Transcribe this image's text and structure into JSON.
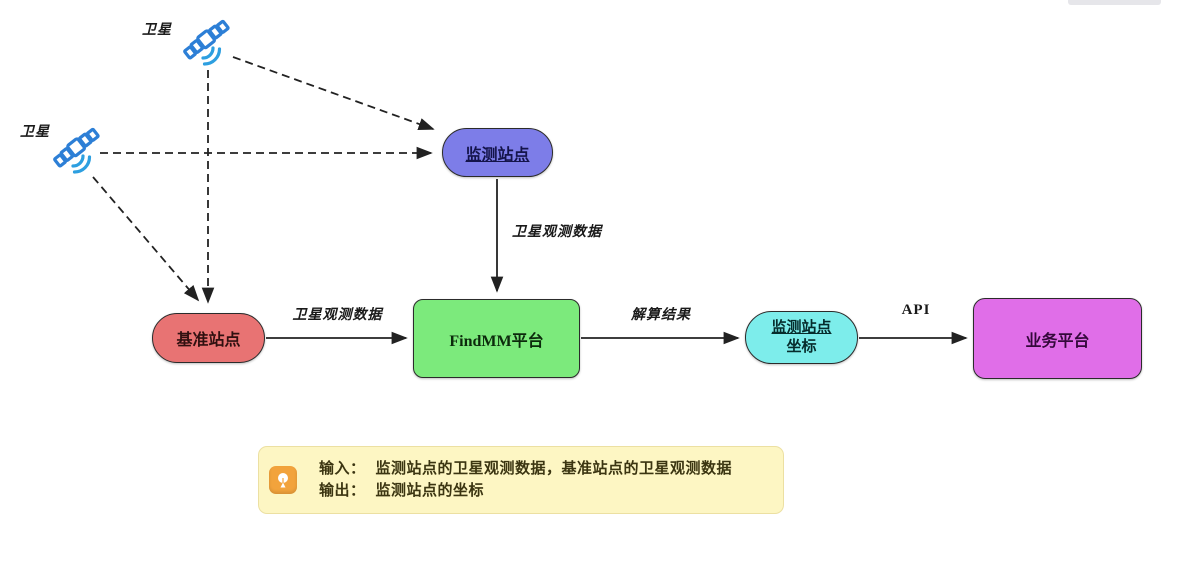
{
  "diagram": {
    "satellites": [
      {
        "label": "卫星"
      },
      {
        "label": "卫星"
      }
    ],
    "nodes": {
      "monitor_station": {
        "label": "监测站点",
        "fill": "#7d7de8"
      },
      "base_station": {
        "label": "基准站点",
        "fill": "#e87373"
      },
      "findmm": {
        "label": "FindMM平台",
        "fill": "#7cea7c"
      },
      "coords": {
        "label_line1": "监测站点",
        "label_line2": "坐标",
        "fill": "#7dedeb"
      },
      "business": {
        "label": "业务平台",
        "fill": "#e06ee8"
      }
    },
    "edge_labels": {
      "monitor_to_findmm": "卫星观测数据",
      "base_to_findmm": "卫星观测数据",
      "findmm_to_coords": "解算结果",
      "coords_to_business": "API"
    },
    "note": {
      "line1_label": "输入：",
      "line1_text": "监测站点的卫星观测数据，基准站点的卫星观测数据",
      "line2_label": "输出：",
      "line2_text": "监测站点的坐标",
      "bg": "#fdf6c3",
      "icon_bg": "#f2a33c"
    },
    "colors": {
      "satellite_blue": "#2d7fd6",
      "line": "#222222"
    }
  }
}
